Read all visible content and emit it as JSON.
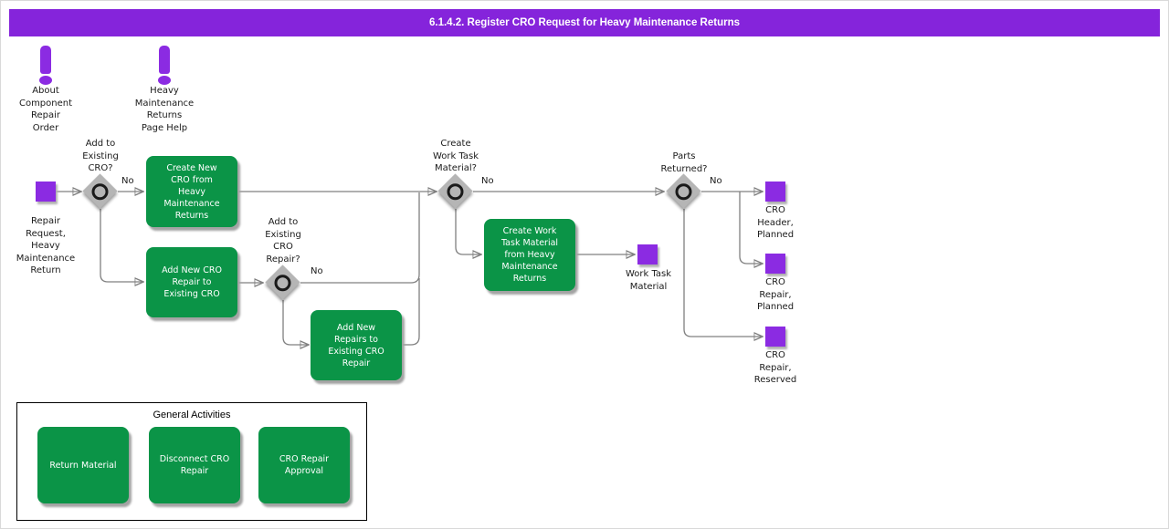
{
  "colors": {
    "title_bar_bg": "#8524DB",
    "node_purple": "#8B2BE2",
    "activity_green": "#0B9447",
    "connector_gray": "#808080",
    "decision_gray": "#B5B5B5"
  },
  "title_bar": {
    "text": "6.1.4.2. Register CRO Request for Heavy Maintenance Returns"
  },
  "help_icons": [
    {
      "icon": "exclamation-icon",
      "label": "About\nComponent\nRepair\nOrder"
    },
    {
      "icon": "exclamation-icon",
      "label": "Heavy\nMaintenance\nReturns\nPage Help"
    }
  ],
  "flow": {
    "start_event": {
      "label": "Repair\nRequest,\nHeavy\nMaintenance\nReturn"
    },
    "decisions": [
      {
        "question": "Add to\nExisting\nCRO?",
        "no_label": "No"
      },
      {
        "question": "Add to\nExisting\nCRO\nRepair?",
        "no_label": "No"
      },
      {
        "question": "Create\nWork Task\nMaterial?",
        "no_label": "No"
      },
      {
        "question": "Parts\nReturned?",
        "no_label": "No"
      }
    ],
    "activities": [
      {
        "label": "Create New\nCRO from\nHeavy\nMaintenance\nReturns"
      },
      {
        "label": "Add New CRO\nRepair to\nExisting CRO"
      },
      {
        "label": "Add New\nRepairs to\nExisting CRO\nRepair"
      },
      {
        "label": "Create Work\nTask Material\nfrom Heavy\nMaintenance\nReturns"
      }
    ],
    "end_events": [
      {
        "label": "Work Task\nMaterial"
      },
      {
        "label": "CRO\nHeader,\nPlanned"
      },
      {
        "label": "CRO\nRepair,\nPlanned"
      },
      {
        "label": "CRO\nRepair,\nReserved"
      }
    ]
  },
  "general_activities": {
    "title": "General Activities",
    "items": [
      {
        "label": "Return Material"
      },
      {
        "label": "Disconnect CRO\nRepair"
      },
      {
        "label": "CRO Repair\nApproval"
      }
    ]
  }
}
